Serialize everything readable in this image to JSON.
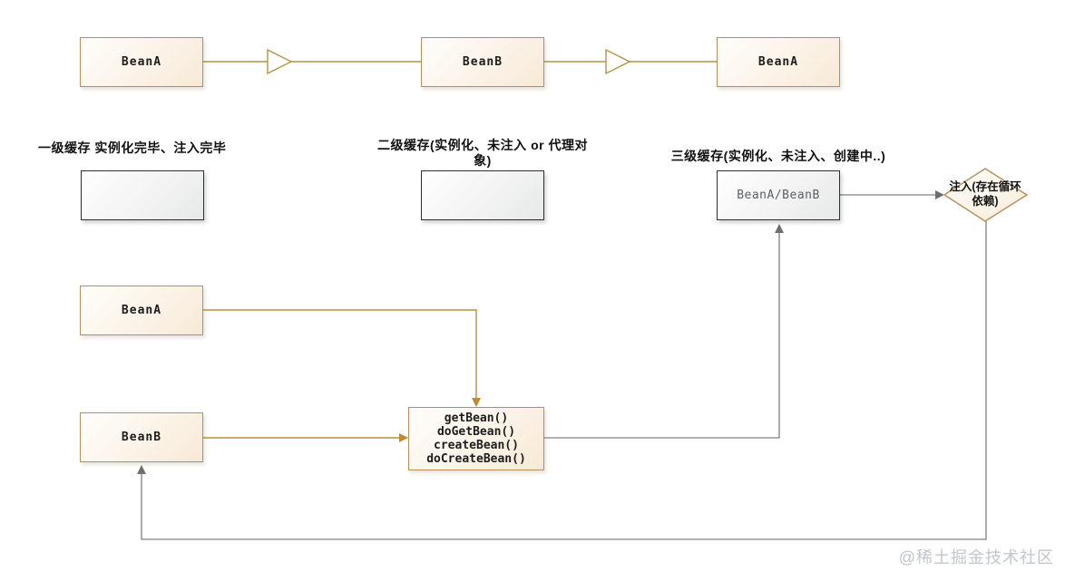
{
  "diagram": {
    "top_flow": {
      "bean_a_left": "BeanA",
      "bean_b": "BeanB",
      "bean_a_right": "BeanA"
    },
    "cache_labels": {
      "level1": "一级缓存 实例化完毕、注入完毕",
      "level2": "二级缓存(实例化、未注入 or 代理对象)",
      "level3": "三级缓存(实例化、未注入、创建中..)"
    },
    "level3_box": "BeanA/BeanB",
    "inject_diamond": "注入(存在循环依赖)",
    "bean_a_flow": "BeanA",
    "bean_b_flow": "BeanB",
    "getbean_box": {
      "methods": [
        "getBean()",
        "doGetBean()",
        "createBean()",
        "doCreateBean()"
      ]
    },
    "watermark": "@稀土掘金技术社区",
    "colors": {
      "gold_line": "#b8923f",
      "gold_arrow": "#c08a2d",
      "gray_line": "#808080",
      "bean_border": "#b5905d",
      "cache_border": "#2f2f2f"
    }
  }
}
